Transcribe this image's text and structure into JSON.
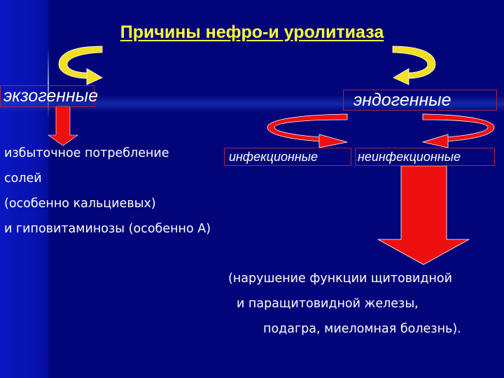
{
  "slide": {
    "title": "Причины нефро-и уролитиаза",
    "categories": {
      "exogenous": "экзогенные",
      "endogenous": "эндогенные"
    },
    "endogenous_subtypes": {
      "infectious": "инфекционные",
      "noninfectious": "неинфекционные"
    },
    "exogenous_causes": [
      "избыточное потребление",
      "солей",
      "(особенно кальциевых)",
      "и гиповитаминозы (особенно А)"
    ],
    "noninfectious_causes": [
      "(нарушение функции щитовидной",
      "и паращитовидной железы,",
      "подагра, миеломная болезнь)."
    ]
  },
  "colors": {
    "background": "#02057a",
    "title": "#ffff33",
    "yellow_arrow": "#f0e020",
    "red_arrow": "#ee1010",
    "box_border": "#b0203a",
    "text": "#ffffff"
  }
}
